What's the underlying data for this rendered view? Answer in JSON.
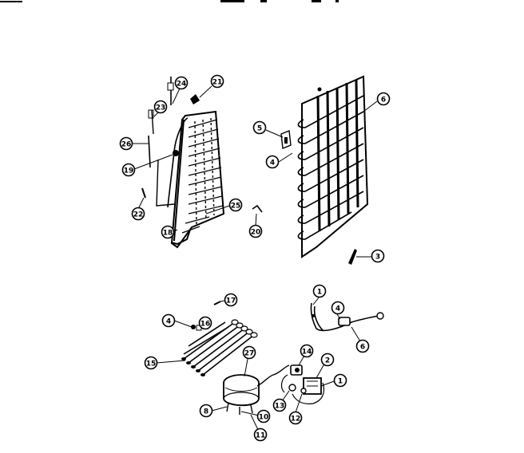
{
  "header": {
    "text_left": "—",
    "text_mid": "",
    "text_right": ""
  },
  "callouts": {
    "c24": "24",
    "c21": "21",
    "c23": "23",
    "c26": "26",
    "c19": "19",
    "c22": "22",
    "c18": "18",
    "c25": "25",
    "c20": "20",
    "c5": "5",
    "c4a": "4",
    "c6a": "6",
    "c3": "3",
    "c1a": "1",
    "c4b": "4",
    "c6b": "6",
    "c17a": "17",
    "c4c": "4",
    "c16": "16",
    "c15": "15",
    "c27": "27",
    "c14": "14",
    "c2": "2",
    "c1b": "1",
    "c13": "13",
    "c12": "12",
    "c8": "8",
    "c10": "10",
    "c11": "11"
  }
}
